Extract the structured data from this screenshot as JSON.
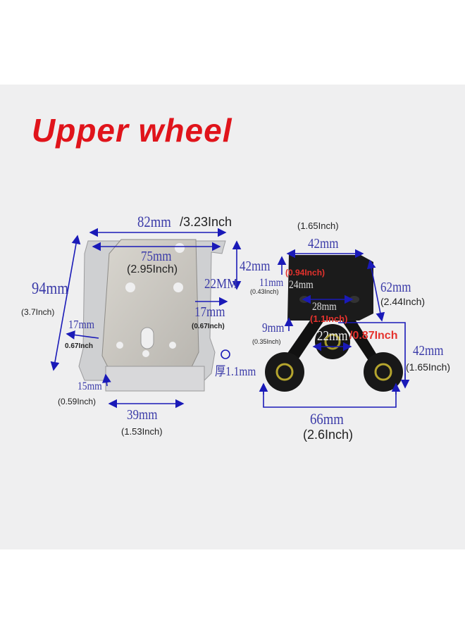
{
  "title": "Upper wheel",
  "colors": {
    "title": "#e0141b",
    "dimension": "#1a1ab8",
    "inch_highlight": "#e5322d",
    "background": "#efeff0"
  },
  "bracket": {
    "width_outer": "82mm",
    "width_outer_in": "/3.23Inch",
    "width_inner": "75mm",
    "width_inner_in": "(2.95Inch)",
    "height": "94mm",
    "height_in": "(3.7Inch)",
    "tab_height": "42mm",
    "tab_gap": "22MM",
    "right_tab": "17mm",
    "right_tab_in": "(0.67Inch)",
    "left_tab": "17mm",
    "left_tab_in": "0.67Inch",
    "thickness": "厚1.1mm",
    "base_height": "15mm",
    "base_height_in": "(0.59Inch)",
    "base_width": "39mm",
    "base_width_in": "(1.53Inch)"
  },
  "wheel": {
    "top_width_in": "(1.65Inch)",
    "top_width": "42mm",
    "hole_spacing_in": "(0.94Inch)",
    "hole_spacing": "24mm",
    "offset": "11mm",
    "offset_in": "(0.43Inch)",
    "diagonal": "62mm",
    "diagonal_in": "(2.44Inch)",
    "mid_width": "28mm",
    "mid_width_in": "(1.1Inch)",
    "step": "9mm",
    "step_in": "(0.35Inch)",
    "wheel_dia": "22mm",
    "wheel_dia_in": "/0.87Inch",
    "drop": "42mm",
    "drop_in": "(1.65Inch)",
    "span": "66mm",
    "span_in": "(2.6Inch)"
  }
}
